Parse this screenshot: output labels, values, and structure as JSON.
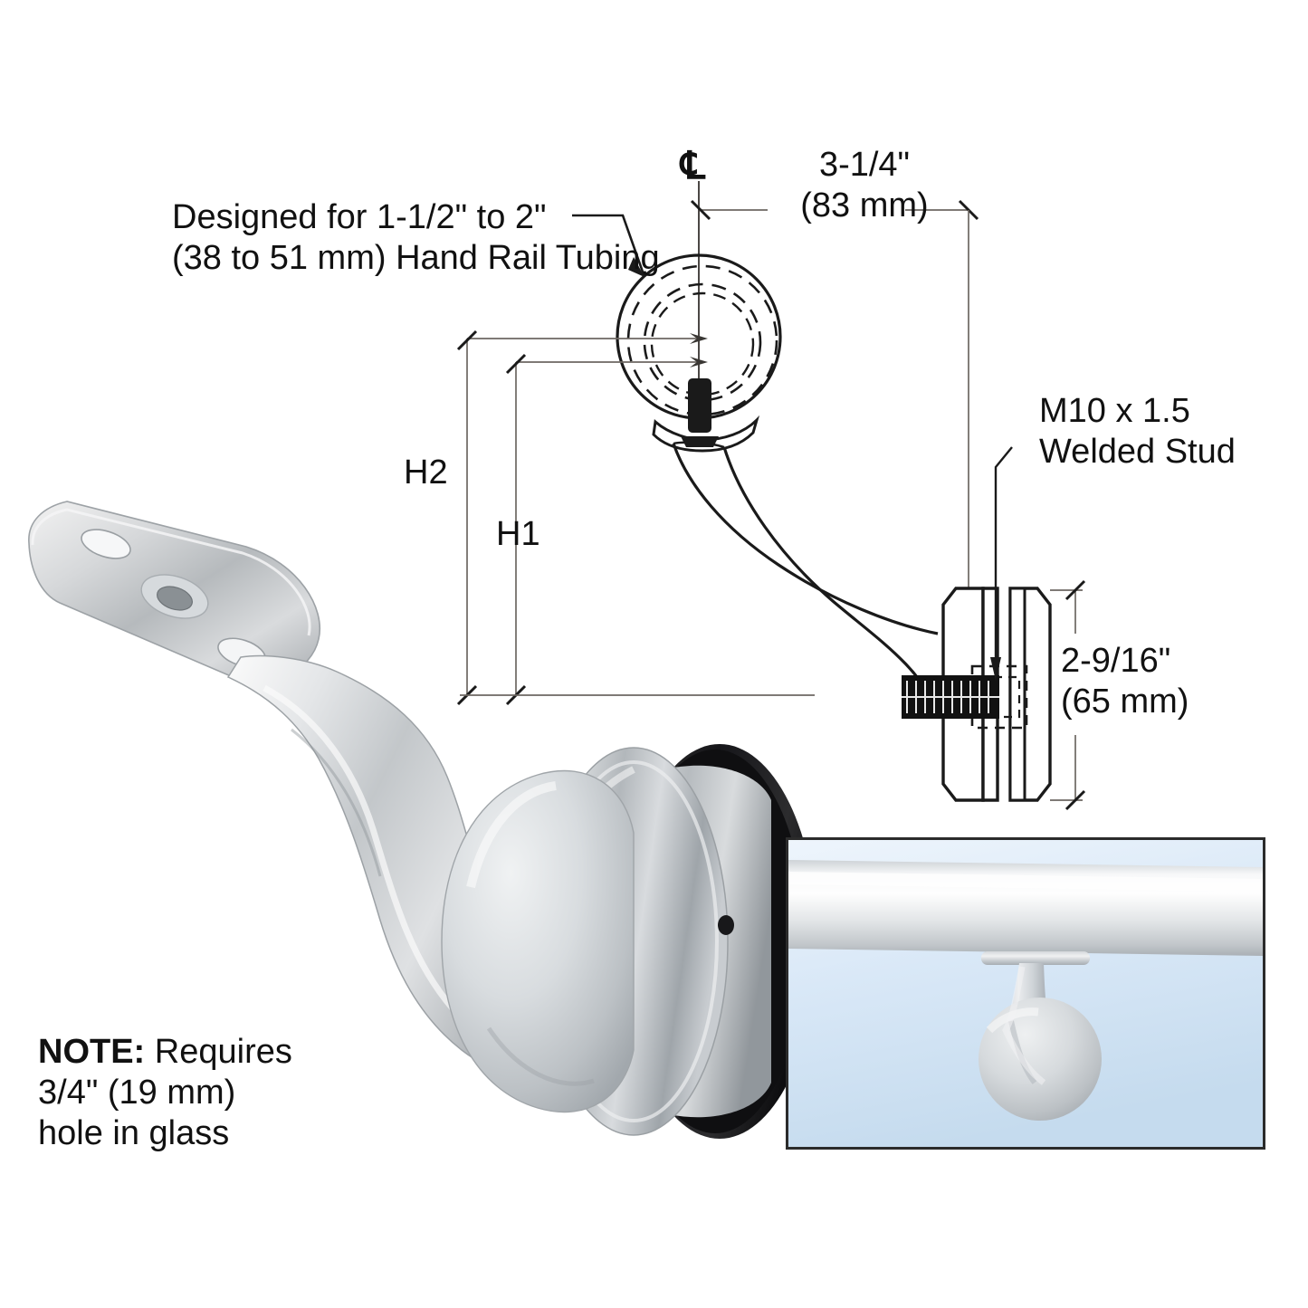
{
  "diagram": {
    "title": "Glass Mounted Hand Rail Bracket Technical Drawing",
    "annotations": {
      "tubing_note_line1": "Designed for 1-1/2\" to 2\"",
      "tubing_note_line2": "(38 to 51 mm) Hand Rail Tubing",
      "centerline_symbol": "℄",
      "dim_top_line1": "3-1/4\"",
      "dim_top_line2": "(83 mm)",
      "dim_h2": "H2",
      "dim_h1": "H1",
      "stud_label_line1": "M10 x 1.5",
      "stud_label_line2": "Welded Stud",
      "dim_thickness_line1": "2-9/16\"",
      "dim_thickness_line2": "(65 mm)",
      "note_bold": "NOTE:",
      "note_line1_rest": " Requires",
      "note_line2": "3/4\" (19 mm)",
      "note_line3": "hole in glass"
    },
    "colors": {
      "line": "#1a1a1a",
      "dimension_line": "#55504c",
      "text": "#111111",
      "glass_blue": "#cfe2f3",
      "metal_light": "#e8e8e8",
      "metal_mid": "#b9bcbe",
      "metal_dark": "#8b9094",
      "gasket_black": "#1c1c1c",
      "photo_border": "#2b2b2b"
    },
    "icons": {
      "product_photo": "handrail-bracket-photo",
      "install_photo": "handrail-installation-photo",
      "tube_section": "tube-cross-section-icon",
      "glass_plates": "glass-mount-plates-icon",
      "welded_stud": "threaded-stud-icon"
    }
  }
}
